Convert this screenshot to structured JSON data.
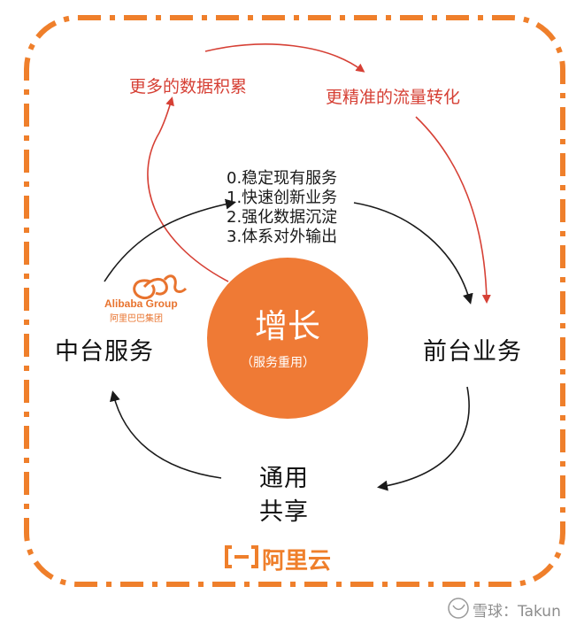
{
  "loop_labels": {
    "more_data": "更多的数据积累",
    "precise_conversion": "更精准的流量转化"
  },
  "capabilities": [
    "0.稳定现有服务",
    "1.快速创新业务",
    "2.强化数据沉淀",
    "3.体系对外输出"
  ],
  "center": {
    "title": "增长",
    "subtitle": "（服务重用）"
  },
  "nodes": {
    "middle_platform": "中台服务",
    "front_business": "前台业务",
    "shared_line1": "通用",
    "shared_line2": "共享"
  },
  "alibaba_logo": {
    "wordmark": "Alibaba Group",
    "cn_name": "阿里巴巴集团"
  },
  "aliyun_logo": {
    "text": "阿里云"
  },
  "watermark": {
    "text": "雪球：Takun"
  },
  "colors": {
    "frame_orange": "#ef7f2b",
    "circle_orange": "#ef7a35",
    "arrow_red": "#d64035",
    "arrow_black": "#1a1a1a"
  }
}
